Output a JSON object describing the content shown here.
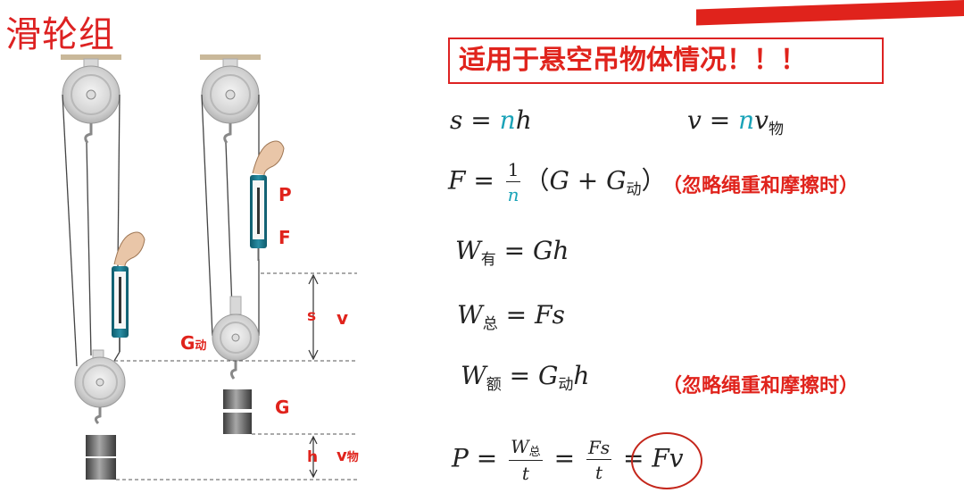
{
  "title": "滑轮组",
  "note_box": "适用于悬空吊物体情况！！！",
  "formulas": {
    "s_eq": {
      "lhs": "s = ",
      "n": "n",
      "rhs": "h"
    },
    "v_eq": {
      "lhs": "v = ",
      "n": "n",
      "rhs": "v",
      "sub": "物"
    },
    "F_eq": {
      "lhs": "F = ",
      "num": "1",
      "den": "n",
      "paren_open": "（",
      "G": "G + G",
      "sub": "动",
      "paren_close": "）"
    },
    "W_you": {
      "W": "W",
      "sub": "有",
      "rhs": " = Gh"
    },
    "W_zong": {
      "W": "W",
      "sub": "总",
      "rhs": " = Fs"
    },
    "W_e": {
      "W": "W",
      "sub": "额",
      "mid": " = G",
      "sub2": "动",
      "rhs": "h"
    },
    "P_eq": {
      "lhs": "P = ",
      "f1_num_W": "W",
      "f1_num_sub": "总",
      "f1_den": "t",
      "eq": " = ",
      "f2_num": "Fs",
      "f2_den": "t",
      "eq2": " = ",
      "last": "Fv"
    }
  },
  "notes": {
    "ignore_1": "（忽略绳重和摩擦时）",
    "ignore_2": "（忽略绳重和摩擦时）"
  },
  "diagram_labels": {
    "P": "P",
    "F": "F",
    "G_dong_G": "G",
    "G_dong_sub": "动",
    "G": "G",
    "s": "s",
    "v": "v",
    "h": "h",
    "v_wu_v": "v",
    "v_wu_sub": "物"
  },
  "colors": {
    "accent_red": "#e0231c",
    "n_teal": "#1aa3b8"
  }
}
